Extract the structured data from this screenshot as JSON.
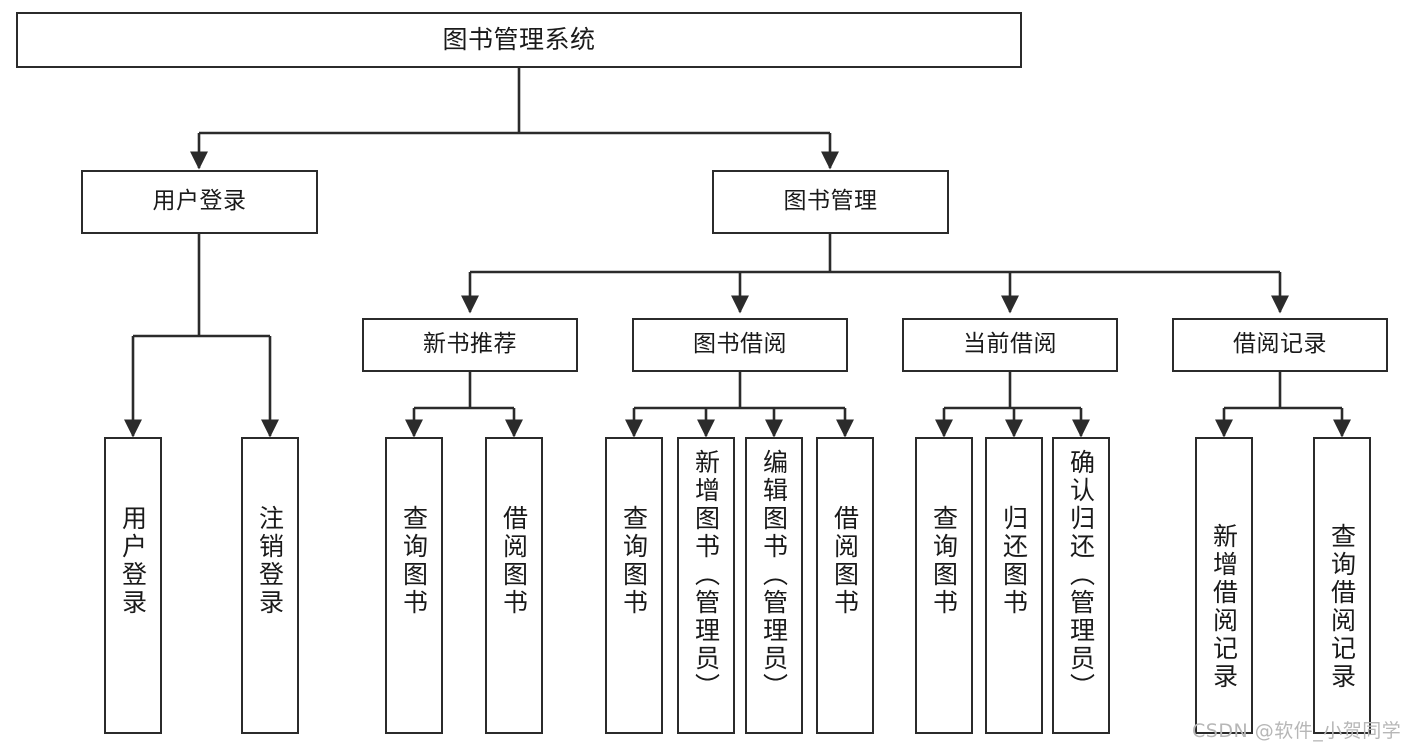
{
  "diagram": {
    "title": "图书管理系统",
    "type": "tree-hierarchy",
    "background_color": "#ffffff",
    "border_color": "#2b2b2b",
    "text_color": "#1a1a1a"
  },
  "nodes": {
    "root": {
      "label": "图书管理系统",
      "level": 0
    },
    "l1": [
      {
        "id": "user-login",
        "label": "用户登录",
        "level": 1
      },
      {
        "id": "book-manage",
        "label": "图书管理",
        "level": 1
      }
    ],
    "l2": [
      {
        "id": "new-book-rec",
        "label": "新书推荐",
        "level": 2,
        "parent": "book-manage"
      },
      {
        "id": "book-borrow",
        "label": "图书借阅",
        "level": 2,
        "parent": "book-manage"
      },
      {
        "id": "current-borrow",
        "label": "当前借阅",
        "level": 2,
        "parent": "book-manage"
      },
      {
        "id": "borrow-record",
        "label": "借阅记录",
        "level": 2,
        "parent": "book-manage"
      }
    ],
    "leaves": [
      {
        "id": "leaf-user-login",
        "label": "用户登录",
        "parent": "user-login"
      },
      {
        "id": "leaf-user-logout",
        "label": "注销登录",
        "parent": "user-login"
      },
      {
        "id": "leaf-query-book-1",
        "label": "查询图书",
        "parent": "new-book-rec"
      },
      {
        "id": "leaf-borrow-book-1",
        "label": "借阅图书",
        "parent": "new-book-rec"
      },
      {
        "id": "leaf-query-book-2",
        "label": "查询图书",
        "parent": "book-borrow"
      },
      {
        "id": "leaf-add-book",
        "label": "新增图书（管理员）",
        "parent": "book-borrow"
      },
      {
        "id": "leaf-edit-book",
        "label": "编辑图书（管理员）",
        "parent": "book-borrow"
      },
      {
        "id": "leaf-borrow-book-2",
        "label": "借阅图书",
        "parent": "book-borrow"
      },
      {
        "id": "leaf-query-book-3",
        "label": "查询图书",
        "parent": "current-borrow"
      },
      {
        "id": "leaf-return-book",
        "label": "归还图书",
        "parent": "current-borrow"
      },
      {
        "id": "leaf-confirm-return",
        "label": "确认归还（管理员）",
        "parent": "current-borrow"
      },
      {
        "id": "leaf-add-record",
        "label": "新增借阅记录",
        "parent": "borrow-record"
      },
      {
        "id": "leaf-query-record",
        "label": "查询借阅记录",
        "parent": "borrow-record"
      }
    ]
  },
  "watermark": {
    "text": "CSDN @软件_小贺同学",
    "color": "#b7b7b7"
  }
}
